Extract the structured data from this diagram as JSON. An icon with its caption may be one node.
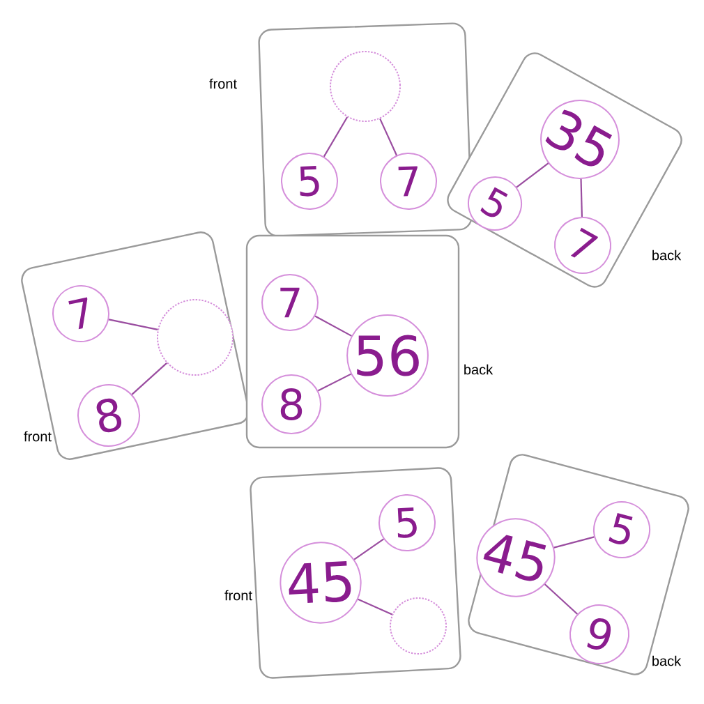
{
  "diagram": {
    "nodes": [
      {
        "text": [],
        "shape": "box",
        "beside": [
          "front"
        ]
      },
      {
        "text": [],
        "shape": "circle",
        "in": 0
      },
      {
        "text": [
          "5"
        ],
        "in": 0
      },
      {
        "text": [
          "7"
        ],
        "in": 0
      },
      {
        "text": [],
        "shape": "box",
        "beside": [
          "back"
        ]
      },
      {
        "text": [
          "35"
        ],
        "in": 4
      },
      {
        "text": [
          "5"
        ],
        "in": 4
      },
      {
        "text": [
          "7"
        ],
        "in": 4
      },
      {
        "text": [],
        "shape": "box",
        "beside": [
          "front"
        ]
      },
      {
        "text": [
          "7"
        ],
        "in": 8
      },
      {
        "text": [],
        "shape": "circle",
        "in": 8
      },
      {
        "text": [
          "8"
        ],
        "in": 8
      },
      {
        "text": [],
        "shape": "box",
        "beside": [
          "back"
        ]
      },
      {
        "text": [
          "7"
        ],
        "in": 12
      },
      {
        "text": [
          "56"
        ],
        "in": 12
      },
      {
        "text": [
          "8"
        ],
        "in": 12
      },
      {
        "text": [],
        "shape": "box",
        "beside": [
          "front"
        ]
      },
      {
        "text": [
          "5"
        ],
        "in": 16
      },
      {
        "text": [
          "45"
        ],
        "in": 16
      },
      {
        "text": [],
        "shape": "circle",
        "in": 16
      },
      {
        "text": [],
        "shape": "box",
        "beside": [
          "back"
        ]
      },
      {
        "text": [
          "45"
        ],
        "in": 20
      },
      {
        "text": [
          "5"
        ],
        "in": 20
      },
      {
        "text": [
          "9"
        ],
        "in": 20
      }
    ],
    "edges": [
      {
        "from": 1,
        "to": 2,
        "arrow": "none"
      },
      {
        "from": 1,
        "to": 3,
        "arrow": "none"
      },
      {
        "from": 5,
        "to": 6,
        "arrow": "none"
      },
      {
        "from": 5,
        "to": 7,
        "arrow": "none"
      },
      {
        "from": 10,
        "to": 9,
        "arrow": "none"
      },
      {
        "from": 10,
        "to": 11,
        "arrow": "none"
      },
      {
        "from": 14,
        "to": 13,
        "arrow": "none"
      },
      {
        "from": 14,
        "to": 15,
        "arrow": "none"
      },
      {
        "from": 18,
        "to": 17,
        "arrow": "none"
      },
      {
        "from": 18,
        "to": 19,
        "arrow": "none"
      },
      {
        "from": 21,
        "to": 22,
        "arrow": "none"
      },
      {
        "from": 21,
        "to": 23,
        "arrow": "none"
      }
    ]
  }
}
